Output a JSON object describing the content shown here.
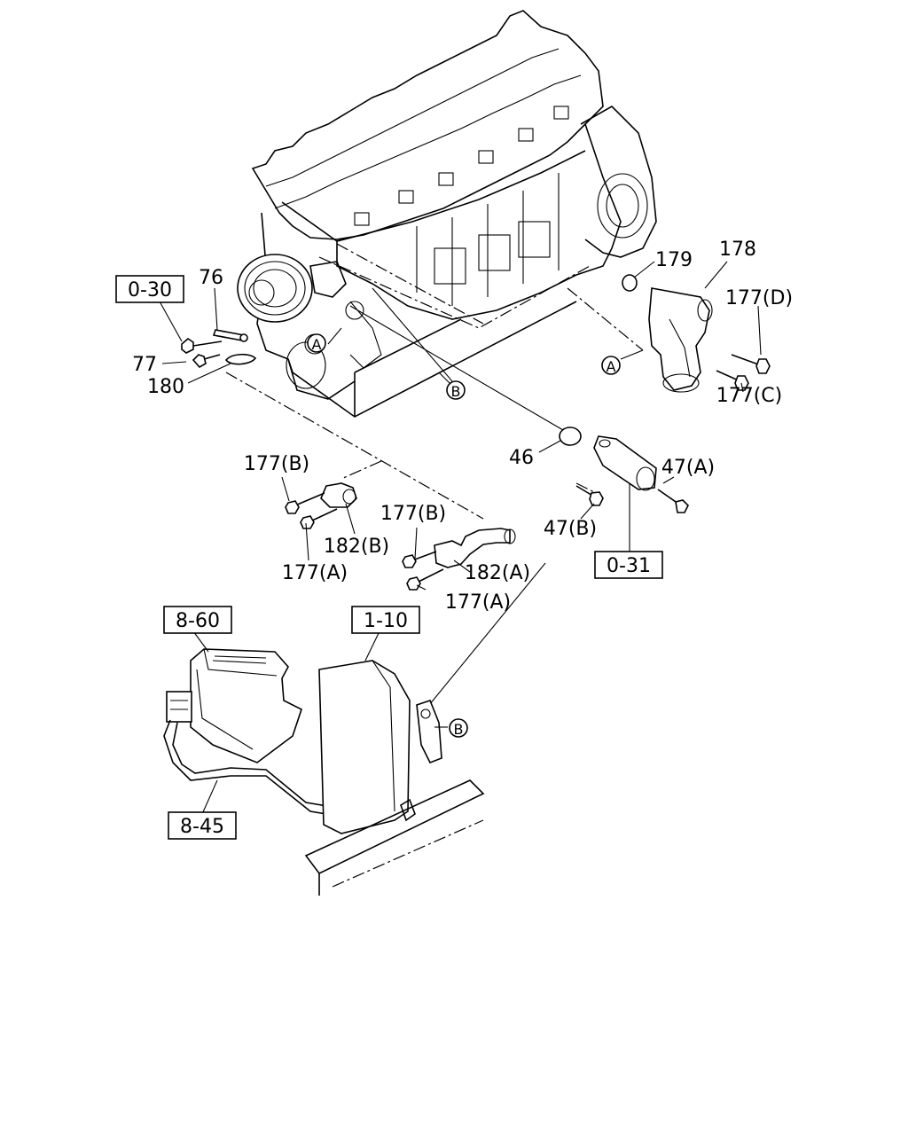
{
  "refs": {
    "r_0_30": "0-30",
    "r_0_31": "0-31",
    "r_8_60": "8-60",
    "r_1_10": "1-10",
    "r_8_45": "8-45"
  },
  "callouts": {
    "p76": "76",
    "p77": "77",
    "p180": "180",
    "p179": "179",
    "p178": "178",
    "p177d": "177(D)",
    "p177c": "177(C)",
    "p46": "46",
    "p47a": "47(A)",
    "p47b": "47(B)",
    "p177b_left": "177(B)",
    "p182b": "182(B)",
    "p177a_left": "177(A)",
    "p177b_mid": "177(B)",
    "p182a": "182(A)",
    "p177a_mid": "177(A)"
  },
  "markers": {
    "a": "A",
    "b": "B"
  }
}
